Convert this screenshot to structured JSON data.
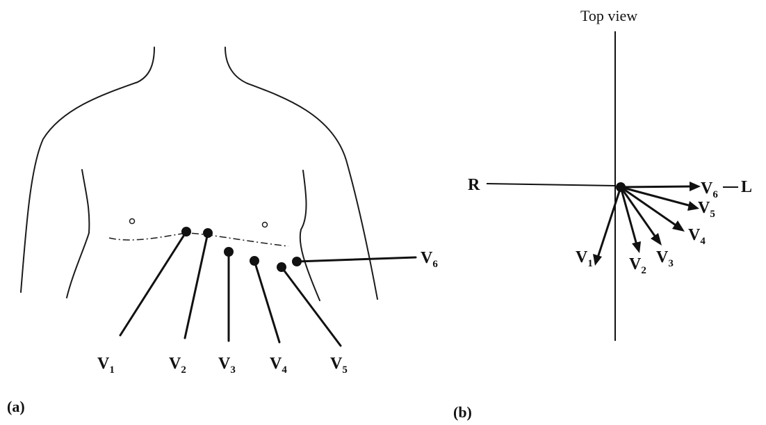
{
  "panel_a": {
    "caption": "(a)",
    "leads": [
      {
        "name": "V",
        "sub": "1"
      },
      {
        "name": "V",
        "sub": "2"
      },
      {
        "name": "V",
        "sub": "3"
      },
      {
        "name": "V",
        "sub": "4"
      },
      {
        "name": "V",
        "sub": "5"
      },
      {
        "name": "V",
        "sub": "6"
      }
    ]
  },
  "panel_b": {
    "caption": "(b)",
    "title": "Top view",
    "right_label": "R",
    "left_label": "L",
    "vectors": [
      {
        "name": "V",
        "sub": "1"
      },
      {
        "name": "V",
        "sub": "2"
      },
      {
        "name": "V",
        "sub": "3"
      },
      {
        "name": "V",
        "sub": "4"
      },
      {
        "name": "V",
        "sub": "5"
      },
      {
        "name": "V",
        "sub": "6"
      }
    ]
  }
}
